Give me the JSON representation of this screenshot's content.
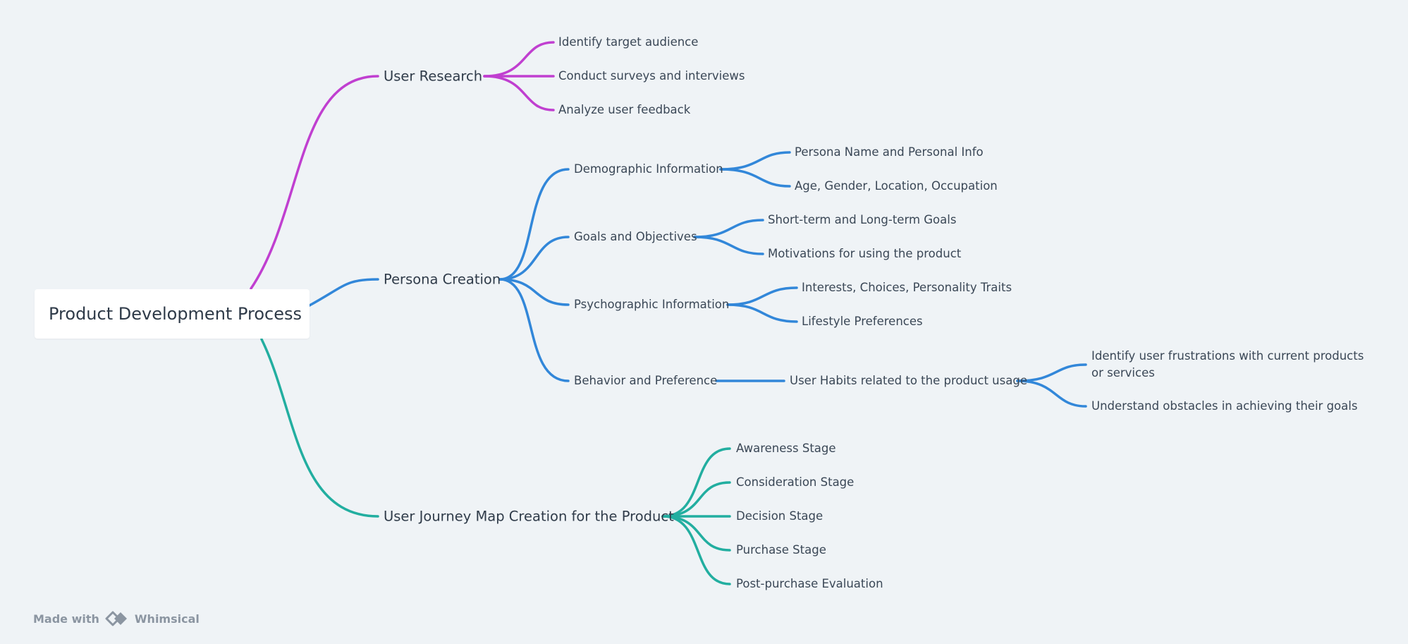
{
  "colors": {
    "research": "#c03fd0",
    "persona": "#3287d9",
    "journey": "#22aea0"
  },
  "root": {
    "label": "Product Development Process"
  },
  "branches": [
    {
      "label": "User Research",
      "color": "research",
      "children": [
        "Identify target audience",
        "Conduct surveys and interviews",
        "Analyze user feedback"
      ]
    },
    {
      "label": "Persona Creation",
      "color": "persona",
      "children": [
        {
          "label": "Demographic Information",
          "children": [
            "Persona Name and Personal Info",
            "Age, Gender, Location, Occupation"
          ]
        },
        {
          "label": "Goals and Objectives",
          "children": [
            "Short-term and Long-term Goals",
            "Motivations for using the product"
          ]
        },
        {
          "label": "Psychographic Information",
          "children": [
            "Interests, Choices, Personality Traits",
            "Lifestyle Preferences"
          ]
        },
        {
          "label": "Behavior and Preference",
          "children": [
            {
              "label": "User Habits related to the product usage",
              "children": [
                "Identify user frustrations with current products or services",
                "Understand obstacles in achieving their goals"
              ]
            }
          ]
        }
      ]
    },
    {
      "label": "User Journey Map Creation for the Product",
      "color": "journey",
      "children": [
        "Awareness Stage",
        "Consideration Stage",
        "Decision Stage",
        "Purchase Stage",
        "Post-purchase Evaluation"
      ]
    }
  ],
  "footer": {
    "made_with": "Made with",
    "brand": "Whimsical",
    "logo_icon": "whimsical-logo-icon"
  }
}
